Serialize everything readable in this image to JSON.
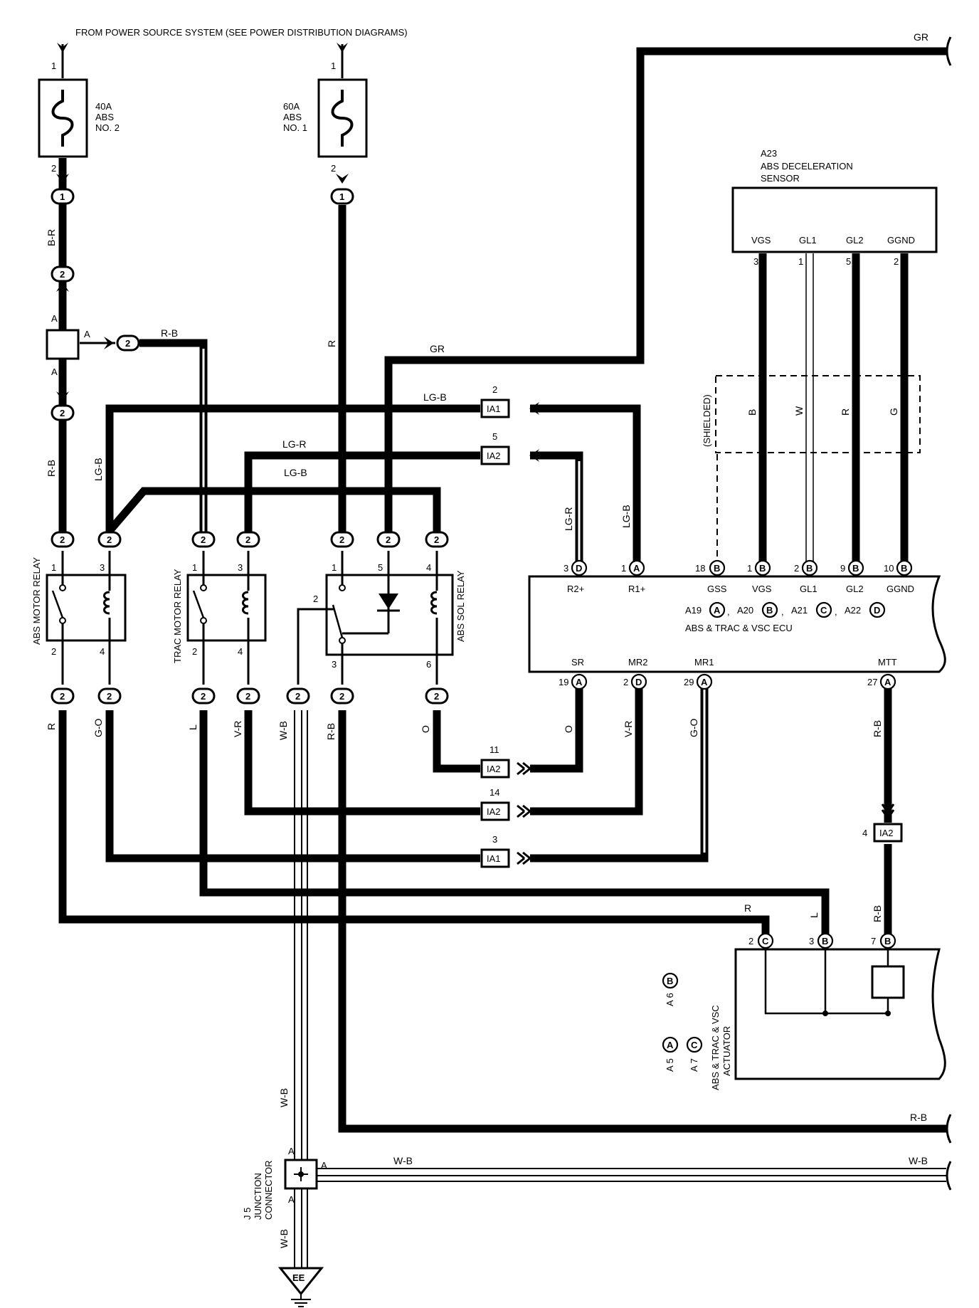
{
  "header": "FROM POWER SOURCE SYSTEM (SEE POWER DISTRIBUTION DIAGRAMS)",
  "fuses": {
    "abs_no2": {
      "rating": "40A",
      "name": "ABS",
      "number": "NO. 2",
      "pin_in": "1",
      "pin_out": "2"
    },
    "abs_no1": {
      "rating": "60A",
      "name": "ABS",
      "number": "NO. 1",
      "pin_in": "1",
      "pin_out": "2"
    }
  },
  "connector_numbers": {
    "one": "1",
    "two": "2"
  },
  "junction_a": {
    "pin": "A"
  },
  "sensor": {
    "code": "A23",
    "name_line1": "ABS DECELERATION",
    "name_line2": "SENSOR",
    "terminals": [
      "VGS",
      "GL1",
      "GL2",
      "GGND"
    ],
    "pins": [
      "3",
      "1",
      "5",
      "2"
    ]
  },
  "shielded": "(SHIELDED)",
  "ecu": {
    "name": "ABS & TRAC & VSC ECU",
    "connector_codes": [
      "A19",
      "A20",
      "A21",
      "A22"
    ],
    "connector_letters": [
      "A",
      "B",
      "C",
      "D"
    ],
    "sep": ",",
    "top_terminals": [
      "R2+",
      "R1+",
      "GSS",
      "VGS",
      "GL1",
      "GL2",
      "GGND"
    ],
    "top_pins": [
      "3",
      "1",
      "18",
      "1",
      "2",
      "9",
      "10"
    ],
    "top_letters": [
      "D",
      "A",
      "B",
      "B",
      "B",
      "B",
      "B"
    ],
    "bottom_terminals": [
      "SR",
      "MR2",
      "MR1",
      "MTT"
    ],
    "bottom_pins": [
      "19",
      "2",
      "29",
      "27"
    ],
    "bottom_letters": [
      "A",
      "D",
      "A",
      "A"
    ]
  },
  "relays": {
    "abs_motor": "ABS MOTOR RELAY",
    "trac_motor": "TRAC MOTOR RELAY",
    "abs_sol": "ABS SOL RELAY"
  },
  "relay_pins": {
    "p1": "1",
    "p2": "2",
    "p3": "3",
    "p4": "4",
    "p5": "5",
    "p6": "6"
  },
  "ia": [
    {
      "code": "IA1",
      "pin": "2"
    },
    {
      "code": "IA2",
      "pin": "5"
    },
    {
      "code": "IA2",
      "pin": "11"
    },
    {
      "code": "IA2",
      "pin": "14"
    },
    {
      "code": "IA1",
      "pin": "3"
    },
    {
      "code": "IA2",
      "pin": "4"
    }
  ],
  "wire_colors": {
    "gr": "GR",
    "b_r": "B-R",
    "r_b": "R-B",
    "r": "R",
    "lg_b": "LG-B",
    "lg_r": "LG-R",
    "b": "B",
    "w": "W",
    "g": "G",
    "o": "O",
    "v_r": "V-R",
    "g_o": "G-O",
    "w_b": "W-B",
    "l": "L"
  },
  "actuator": {
    "line1": "ABS & TRAC & VSC",
    "line2": "ACTUATOR",
    "codes": [
      "A 5",
      "A 6",
      "A 7"
    ],
    "letters": [
      "A",
      "B",
      "C"
    ],
    "pins": [
      "2",
      "3",
      "7"
    ],
    "pin_letters": [
      "C",
      "B",
      "B"
    ]
  },
  "junction_connector": {
    "code": "J 5",
    "line1": "JUNCTION",
    "line2": "CONNECTOR",
    "pin": "A"
  },
  "ground": "EE"
}
